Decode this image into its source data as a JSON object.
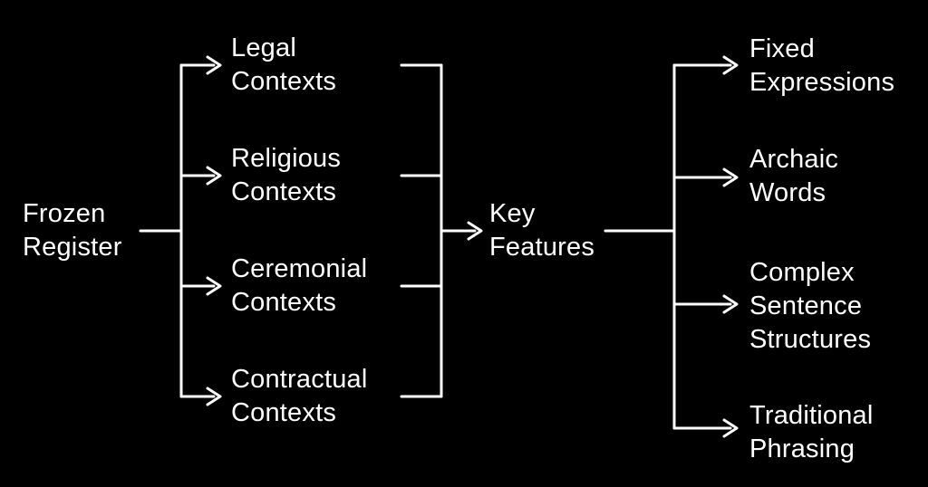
{
  "diagram": {
    "type": "flowchart",
    "colors": {
      "background": "#000000",
      "foreground": "#ffffff"
    },
    "root": {
      "label": "Frozen\nRegister"
    },
    "contexts": [
      {
        "label": "Legal\nContexts"
      },
      {
        "label": "Religious\nContexts"
      },
      {
        "label": "Ceremonial\nContexts"
      },
      {
        "label": "Contractual\nContexts"
      }
    ],
    "hub": {
      "label": "Key\nFeatures"
    },
    "features": [
      {
        "label": "Fixed\nExpressions"
      },
      {
        "label": "Archaic\nWords"
      },
      {
        "label": "Complex\nSentence\nStructures"
      },
      {
        "label": "Traditional\nPhrasing"
      }
    ]
  }
}
